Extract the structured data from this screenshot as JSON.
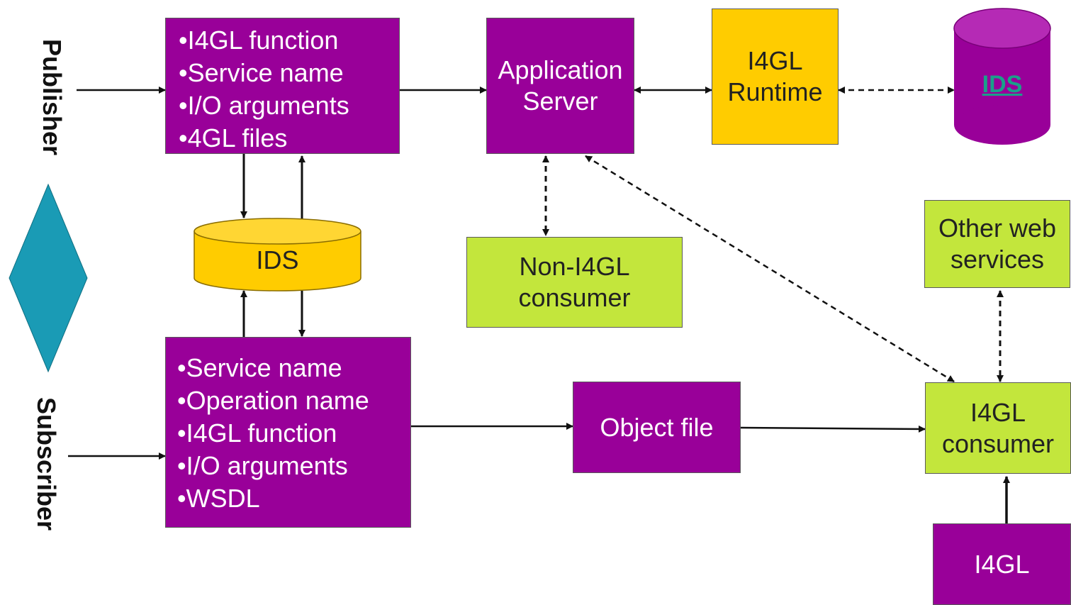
{
  "side_labels": {
    "publisher": "Publisher",
    "subscriber": "Subscriber"
  },
  "publisher_box": {
    "items": [
      "•I4GL function",
      "•Service name",
      "•I/O arguments",
      "•4GL files"
    ]
  },
  "subscriber_box": {
    "items": [
      "•Service name",
      "•Operation name",
      "•I4GL function",
      "•I/O arguments",
      "•WSDL"
    ]
  },
  "app_server": {
    "line1": "Application",
    "line2": "Server"
  },
  "runtime": {
    "line1": "I4GL",
    "line2": "Runtime"
  },
  "ids_db_top": {
    "label": "IDS"
  },
  "ids_db_mid": {
    "label": "IDS"
  },
  "non_i4gl": {
    "line1": "Non-I4GL",
    "line2": "consumer"
  },
  "other_ws": {
    "line1": "Other web",
    "line2": "services"
  },
  "object_file": {
    "label": "Object file"
  },
  "i4gl_consumer": {
    "line1": "I4GL",
    "line2": "consumer"
  },
  "i4gl": {
    "label": "I4GL"
  },
  "colors": {
    "purple": "#990099",
    "green": "#c3e63c",
    "yellow": "#ffcc00",
    "diamond": "#1a9bb5"
  }
}
